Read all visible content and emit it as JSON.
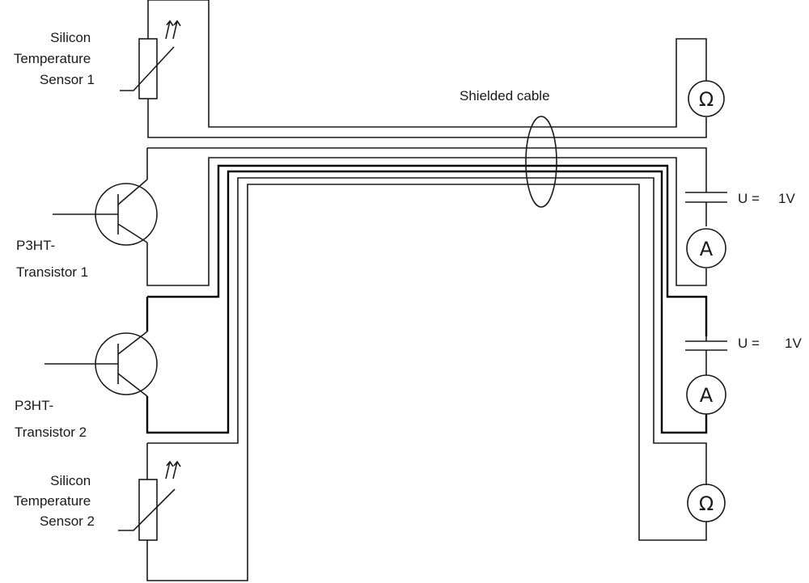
{
  "components": {
    "sensor_1": {
      "label_lines": [
        "Silicon",
        "Temperature",
        "Sensor 1"
      ]
    },
    "sensor_2": {
      "label_lines": [
        "Silicon",
        "Temperature",
        "Sensor 2"
      ]
    },
    "transistor_1": {
      "label_lines": [
        "P3HT-",
        "Transistor 1"
      ]
    },
    "transistor_2": {
      "label_lines": [
        "P3HT-",
        "Transistor 2"
      ]
    },
    "cable": {
      "label": "Shielded cable"
    },
    "ohmmeter_top": {
      "symbol": "Ω"
    },
    "ohmmeter_bottom": {
      "symbol": "Ω"
    },
    "ammeter_top": {
      "symbol": "A"
    },
    "ammeter_bottom": {
      "symbol": "A"
    },
    "source_top": {
      "label": "U =",
      "value": "1V"
    },
    "source_bottom": {
      "label": "U =",
      "value": "1V"
    }
  }
}
